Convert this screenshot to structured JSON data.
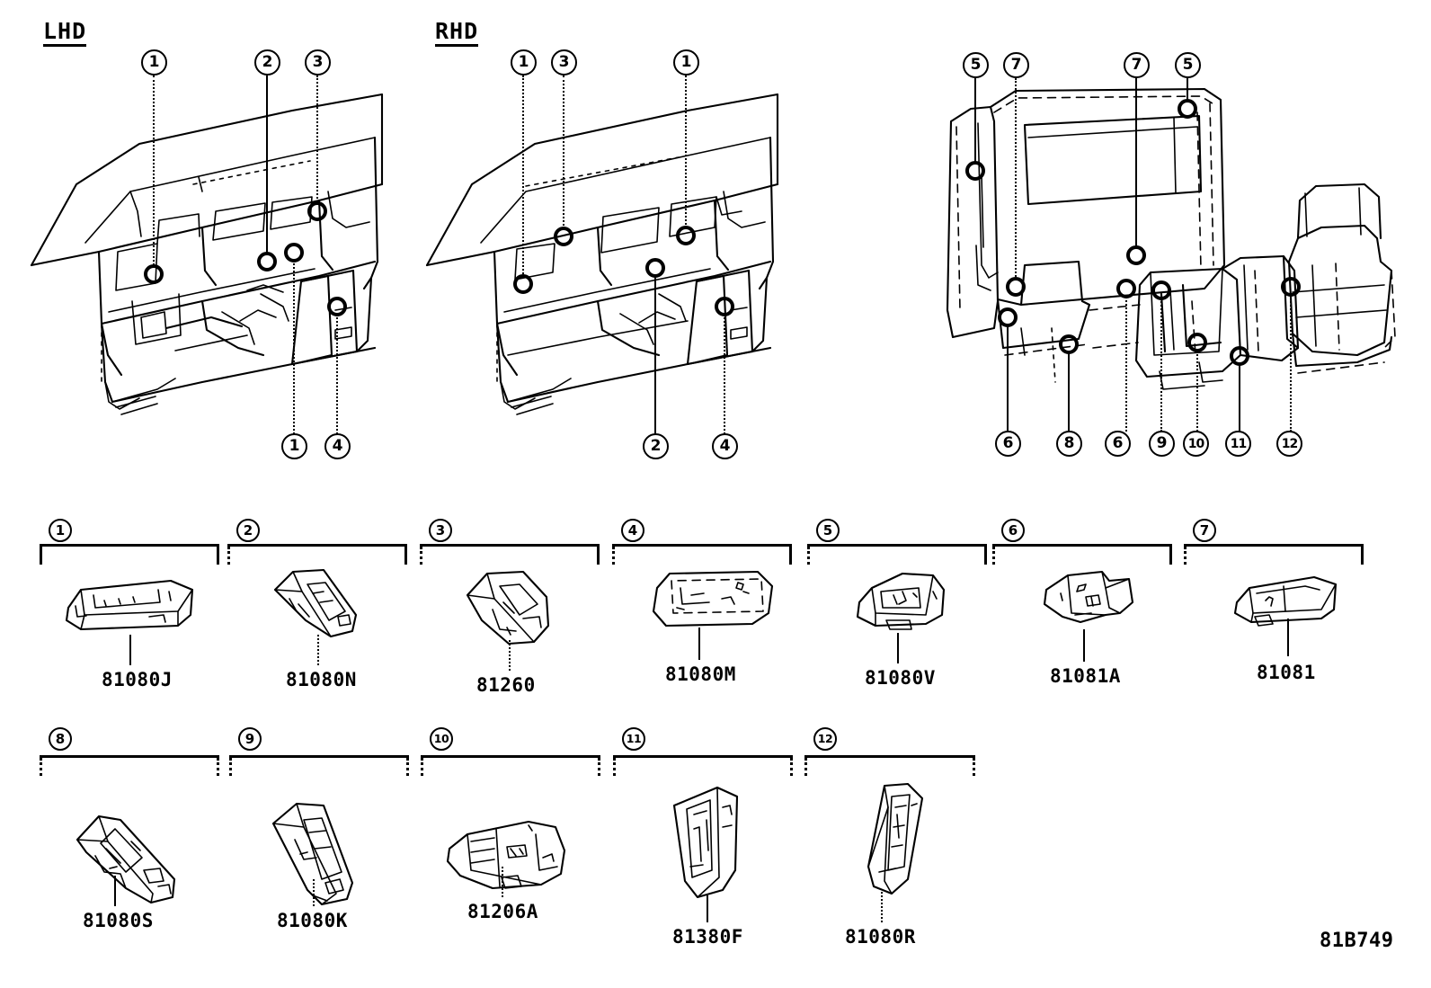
{
  "diagram": {
    "code": "81B749",
    "views": [
      {
        "id": "lhd",
        "label": "LHD"
      },
      {
        "id": "rhd",
        "label": "RHD"
      },
      {
        "id": "rear",
        "label": ""
      }
    ]
  },
  "callouts": {
    "lhd_top": [
      "1",
      "2",
      "3"
    ],
    "lhd_bottom": [
      "1",
      "4"
    ],
    "rhd_top": [
      "1",
      "3",
      "1"
    ],
    "rhd_bottom": [
      "2",
      "4"
    ],
    "rear_top": [
      "5",
      "7",
      "7",
      "5"
    ],
    "rear_bottom": [
      "6",
      "8",
      "6",
      "9",
      "10",
      "11",
      "12"
    ]
  },
  "legend": {
    "row1": [
      {
        "num": "1",
        "code": "81080J"
      },
      {
        "num": "2",
        "code": "81080N"
      },
      {
        "num": "3",
        "code": "81260"
      },
      {
        "num": "4",
        "code": "81080M"
      },
      {
        "num": "5",
        "code": "81080V"
      },
      {
        "num": "6",
        "code": "81081A"
      },
      {
        "num": "7",
        "code": "81081"
      }
    ],
    "row2": [
      {
        "num": "8",
        "code": "81080S"
      },
      {
        "num": "9",
        "code": "81080K"
      },
      {
        "num": "10",
        "code": "81206A"
      },
      {
        "num": "11",
        "code": "81380F"
      },
      {
        "num": "12",
        "code": "81080R"
      }
    ]
  },
  "colors": {
    "ink": "#000000",
    "paper": "#ffffff"
  }
}
